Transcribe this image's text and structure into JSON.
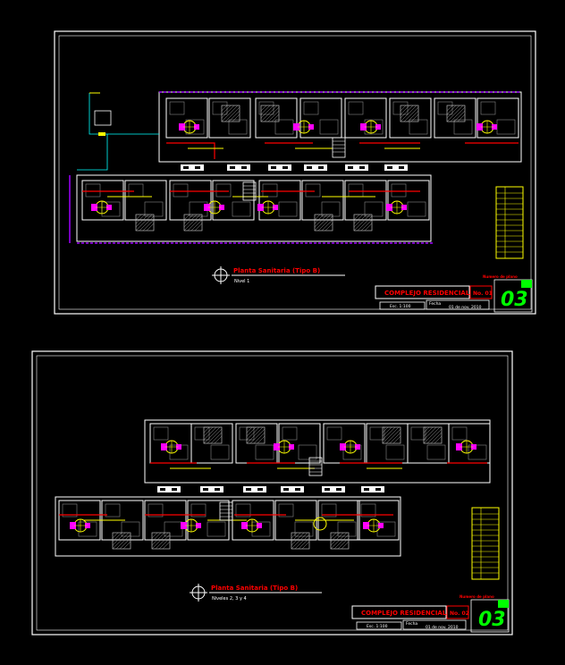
{
  "sheets": [
    {
      "plan_title": "Planta Sanitaria (Tipo B)",
      "plan_subtitle": "Nivel 1",
      "project_name": "COMPLEJO RESIDENCIAL",
      "sheet_number_label": "No. 01",
      "plan_number_label": "Numero de plano",
      "plan_number": "03",
      "scale_label": "Esc. 1:100",
      "date_label": "Fecha",
      "date_value": "01 de nov. 2010"
    },
    {
      "plan_title": "Planta Sanitaria (Tipo B)",
      "plan_subtitle": "Niveles 2, 3 y 4",
      "project_name": "COMPLEJO RESIDENCIAL",
      "sheet_number_label": "No. 02",
      "plan_number_label": "Numero de plano",
      "plan_number": "03",
      "scale_label": "Esc. 1:100",
      "date_label": "Fecha",
      "date_value": "01 de nov. 2010"
    }
  ],
  "colors": {
    "background": "#000000",
    "frame": "#ffffff",
    "walls": "#ffffff",
    "sanitary_red": "#ff0000",
    "fixtures_magenta": "#ff00ff",
    "fixtures_yellow": "#ffff00",
    "pipes_cyan": "#00ffff",
    "purple_lines": "#a000ff",
    "plan_number_green": "#00ff00"
  }
}
